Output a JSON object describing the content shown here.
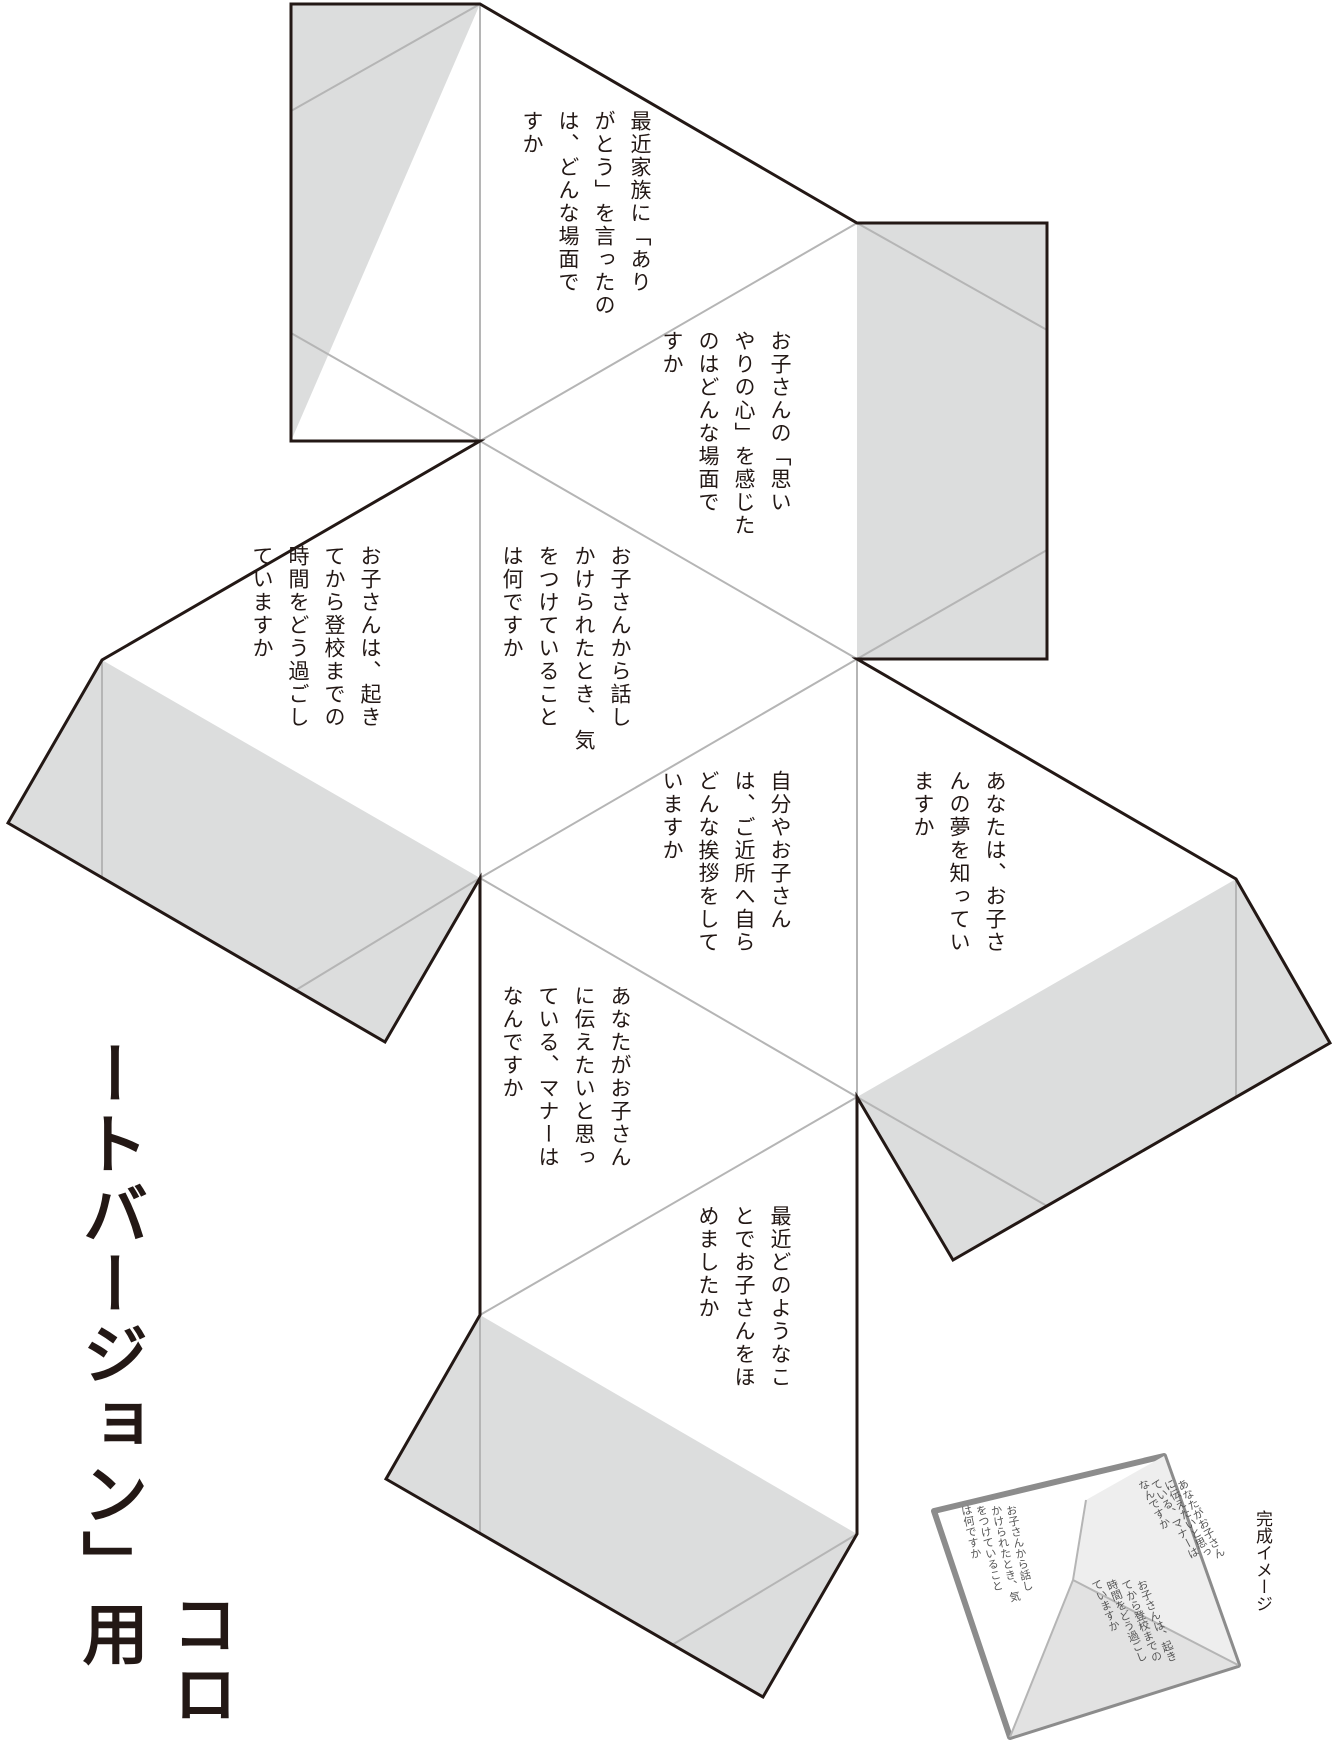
{
  "title": {
    "line1": "ートバージョン」用",
    "line2": "コロ"
  },
  "questions": [
    [
      "最近家族に「あり",
      "がとう」を言ったの",
      "は、どんな場面で",
      "すか"
    ],
    [
      "お子さんの「思い",
      "やりの心」を感じた",
      "のはどんな場面で",
      "すか"
    ],
    [
      "お子さんから話し",
      "かけられたとき、気",
      "をつけていること",
      "は何ですか"
    ],
    [
      "お子さんは、起き",
      "てから登校までの",
      "時間をどう過ごし",
      "ていますか"
    ],
    [
      "あなたは、お子さ",
      "んの夢を知ってい",
      "ますか"
    ],
    [
      "自分やお子さん",
      "は、ご近所へ自ら",
      "どんな挨拶をして",
      "いますか"
    ],
    [
      "あなたがお子さん",
      "に伝えたいと思っ",
      "ている、マナーは",
      "なんですか"
    ],
    [
      "最近どのようなこ",
      "とでお子さんをほ",
      "めましたか"
    ]
  ],
  "preview": {
    "caption": "完成イメージ",
    "face_left": [
      "お子さんから話し",
      "かけられたとき、気",
      "をつけていること",
      "は何ですか"
    ],
    "face_right": [
      "お子さんは、起き",
      "てから登校までの",
      "時間をどう過ごし",
      "ていますか"
    ],
    "face_top": [
      "あなたがお子さん",
      "に伝えたいと思っ",
      "ている、マナーは",
      "なんですか"
    ]
  },
  "colors": {
    "outline": "#231815",
    "fold_line": "#b5b5b5",
    "flap_fill": "#dcdddd",
    "preview_frame": "#8c8c8c"
  }
}
